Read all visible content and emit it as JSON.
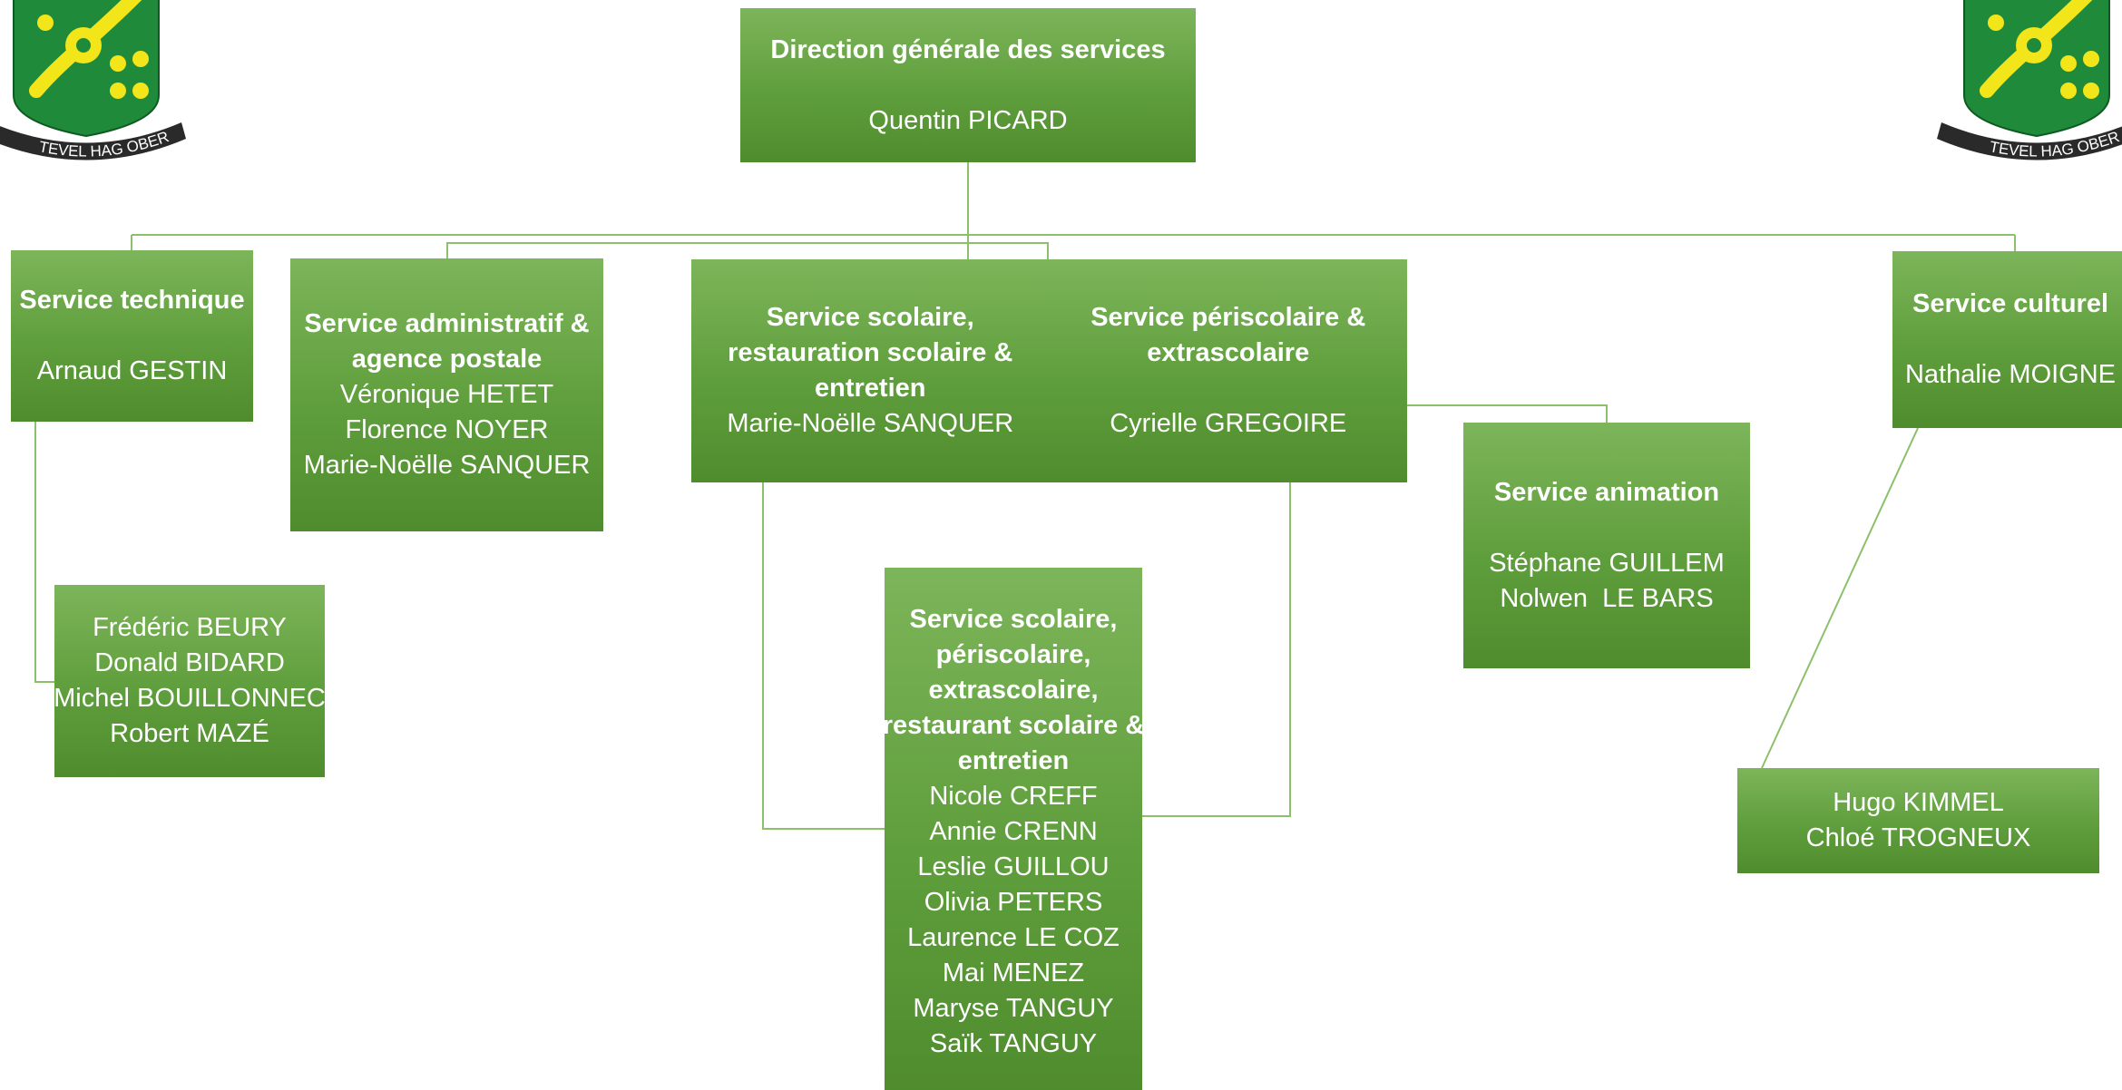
{
  "crest": {
    "motto": "TEVEL HAG OBER",
    "colors": {
      "shield": "#1f8a3a",
      "charge": "#f2e51a",
      "banner": "#2a2a2a"
    }
  },
  "colors": {
    "box_top": "#7db55a",
    "box_bottom": "#4f8c2e",
    "connector": "#8cc06a",
    "text": "#ffffff"
  },
  "direction": {
    "title": "Direction générale des services",
    "person": "Quentin PICARD"
  },
  "technique": {
    "title": "Service technique",
    "person": "Arnaud GESTIN",
    "staff": [
      "Frédéric BEURY",
      "Donald BIDARD",
      "Michel BOUILLONNEC",
      "Robert MAZÉ"
    ]
  },
  "administratif": {
    "title_line1": "Service administratif &",
    "title_line2": "agence postale",
    "people": [
      "Véronique HETET",
      "Florence NOYER",
      "Marie-Noëlle SANQUER"
    ]
  },
  "scolaire": {
    "title_line1": "Service scolaire,",
    "title_line2": "restauration scolaire &",
    "title_line3": "entretien",
    "person": "Marie-Noëlle SANQUER"
  },
  "periscolaire": {
    "title_line1": "Service périscolaire &",
    "title_line2": "extrascolaire",
    "person": "Cyrielle GREGOIRE"
  },
  "culturel": {
    "title": "Service culturel",
    "person": "Nathalie MOIGNE",
    "staff": [
      "Hugo KIMMEL",
      "Chloé TROGNEUX"
    ]
  },
  "animation": {
    "title": "Service animation",
    "people": [
      "Stéphane GUILLEM",
      "Nolwen  LE BARS"
    ]
  },
  "scolaire_staff": {
    "title_lines": [
      "Service scolaire,",
      "périscolaire,",
      "extrascolaire,",
      "restaurant scolaire &",
      "entretien"
    ],
    "people": [
      "Nicole CREFF",
      "Annie CRENN",
      "Leslie GUILLOU",
      "Olivia PETERS",
      "Laurence LE COZ",
      "Mai MENEZ",
      "Maryse TANGUY",
      "Saïk TANGUY"
    ]
  }
}
